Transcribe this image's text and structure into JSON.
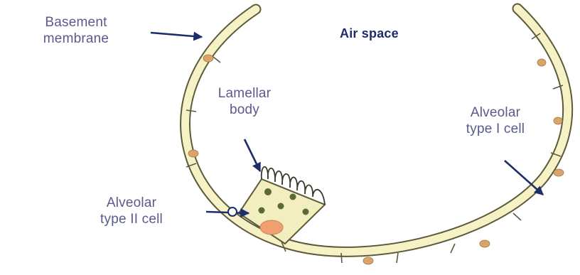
{
  "diagram": {
    "labels": {
      "air_space": "Air space",
      "basement_membrane": {
        "line1": "Basement",
        "line2": "membrane"
      },
      "lamellar_body": {
        "line1": "Lamellar",
        "line2": "body"
      },
      "type1": {
        "line1": "Alveolar",
        "line2": "type I cell"
      },
      "type2": {
        "line1": "Alveolar",
        "line2": "type II cell"
      }
    },
    "colors": {
      "membrane_fill": "#f6f2c6",
      "membrane_stroke": "#5c5a3a",
      "nucleus": "#dba56a",
      "type2_cell": "#f3eec0",
      "type2_dots": "#5b6a36",
      "type2_nucleus": "#f0a070",
      "arrows": "#1f2c6a",
      "label_text": "#5a5a8c"
    }
  }
}
